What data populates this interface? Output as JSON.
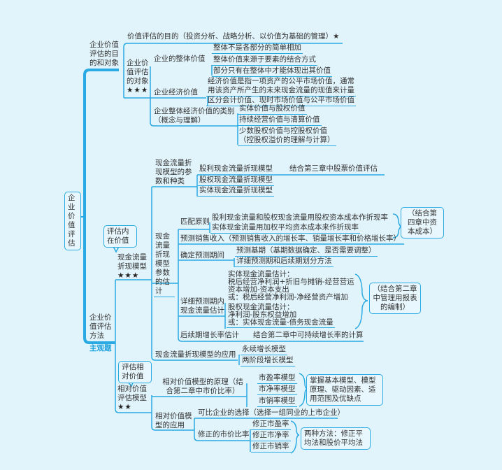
{
  "root": "企业价值评估",
  "subjective": "主观题",
  "b1": {
    "title": "企业价值评估的目的和对象",
    "purpose": "价值评估的目的（投资分析、战略分析、以价值为基础的管理）★",
    "object": "企业价值评估的对象",
    "object_stars": "★★★",
    "whole": "企业的整体价值",
    "whole_items": [
      "整体不是各部分的简单相加",
      "整体价值来源于要素的结合方式",
      "部分只有在整体中才能体现出其价值"
    ],
    "economic": "企业经济价值",
    "economic_items": [
      "经济价值是指一项资产的公平市场价值，通常",
      "用该资产所产生的未来现金流量的现值来计量",
      "区分会计价值、现时市场价值与公平市场价值"
    ],
    "category": "企业整体经济价值的类别（概念与理解）",
    "category_items": [
      "实体价值与股权价值",
      "持续经营价值与清算价值",
      "少数股权价值与控股权价值",
      "（控股权溢价的理解与计算）"
    ]
  },
  "b2": {
    "title": "企业价值评估方法",
    "bubble1": "评估内在价值",
    "dcf": "现金流量折现模型",
    "dcf_stars": "★★★",
    "params": "现金流量折现模型的参数和种类",
    "param_items": [
      "股利现金流量折现模型",
      "股权现金流量折现模型",
      "实体现金流量折现模型"
    ],
    "param_note": "结合第三章中股票价值评估",
    "estimate": "现金流量折现模型参数的估计",
    "match": "匹配原则",
    "match_items": [
      "股利现金流量和股权现金流量用股权资本成本作折现率",
      "实体现金流量用加权平均资本成本来作折现率"
    ],
    "match_note": "（结合第四章中资本成本）",
    "sales": "预测销售收入（预测销售收入的增长率、销量增长率和价格增长率）",
    "period": "确定预测期间",
    "period_items": [
      "预测基期（基期数据确定、是否需要调整）",
      "详细预测期和后续期划分方法"
    ],
    "detail": "详细预测期内现金流量估计",
    "entity_cf": [
      "实体现金流量估计：",
      "税后经营净利润+折旧与摊销-经营营运",
      "资本增加-资本支出",
      "或：税后经营净利润-净经营资产增加"
    ],
    "equity_cf": [
      "股权现金流量估计：",
      "净利润-股东权益增加",
      "或：实体现金流量-债务现金流量"
    ],
    "detail_note": "（结合第二章中管理用报表的编制）",
    "growth": "后续期增长率估计",
    "growth_note": "结合第二章中可持续增长率的计算",
    "apply": "现金流量折现模型的应用",
    "apply_items": [
      "永续增长模型",
      "两阶段增长模型"
    ],
    "bubble2": "评估相对价值",
    "rel": "相对价值评估模型",
    "rel_stars": "★★",
    "principle": "相对价值模型的原理（结合第二章中市价比率）",
    "principle_items": [
      "市盈率模型",
      "市净率模型",
      "市销率模型"
    ],
    "principle_note": "掌握基本模型、模型原理、驱动因素、适用范围及优缺点",
    "rel_apply": "相对价值模型的应用",
    "comparable": "可比企业的选择（选择一组同业的上市企业）",
    "revised": "修正的市价比率",
    "revised_items": [
      "修正市盈率",
      "修正市净率",
      "修正市销率"
    ],
    "revised_note": "两种方法：修正平均法和股价平均法"
  }
}
